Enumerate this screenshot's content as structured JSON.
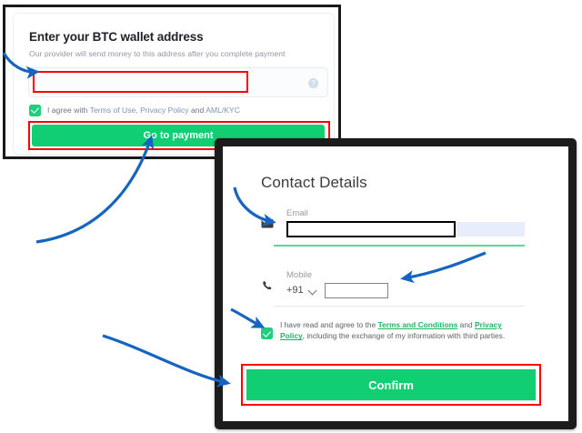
{
  "wallet_panel": {
    "title": "Enter your BTC wallet address",
    "subtitle": "Our provider will send money to this address after you complete payment",
    "address_input": {
      "value": "",
      "placeholder": ""
    },
    "help_icon_glyph": "?",
    "agreement": {
      "checked": true,
      "prefix": "I agree with ",
      "link1": "Terms of Use, Privacy Policy",
      "middle": " and ",
      "link2": "AML/KYC"
    },
    "submit_label": "Go to payment"
  },
  "contact_panel": {
    "title": "Contact Details",
    "email": {
      "label": "Email",
      "value": "",
      "icon": "envelope-icon"
    },
    "mobile": {
      "label": "Mobile",
      "country_code": "+91",
      "value": "",
      "icon": "phone-icon"
    },
    "terms": {
      "checked": true,
      "part1": "I have read and agree to the ",
      "link1": "Terms and Conditions",
      "part2": " and ",
      "link2": "Privacy Policy",
      "part3": ", including the exchange of my information with third parties."
    },
    "submit_label": "Confirm"
  },
  "annotations": {
    "highlight_color": "#ff0000",
    "arrow_color": "#1565c0",
    "accent_green": "#12ce72",
    "link_green": "#1fb563",
    "arrows": [
      {
        "name": "arrow-to-wallet-input",
        "target": "wallet address input"
      },
      {
        "name": "arrow-to-go-to-payment",
        "target": "Go to payment button"
      },
      {
        "name": "arrow-to-email-input",
        "target": "Email input"
      },
      {
        "name": "arrow-to-mobile-input",
        "target": "Mobile input"
      },
      {
        "name": "arrow-to-terms-checkbox",
        "target": "Terms checkbox"
      },
      {
        "name": "arrow-to-confirm",
        "target": "Confirm button"
      }
    ]
  }
}
